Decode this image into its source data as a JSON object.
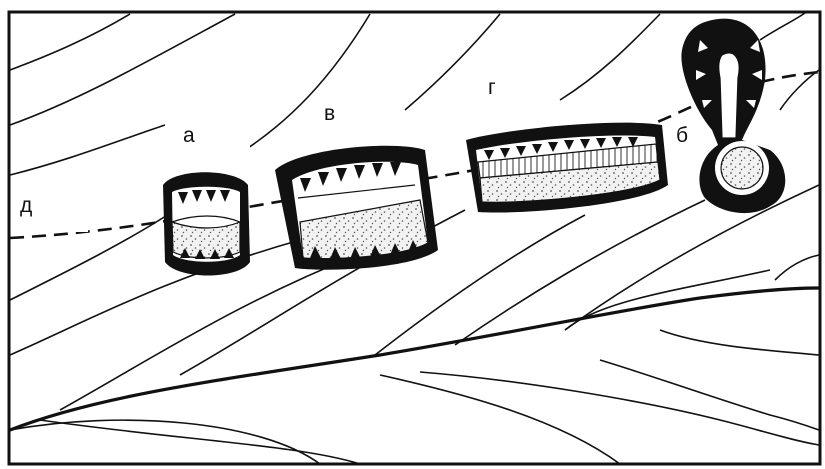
{
  "labels": {
    "a": "а",
    "b": "б",
    "v": "в",
    "g": "г",
    "d": "д"
  },
  "colors": {
    "ink": "#111111",
    "paper": "#ffffff",
    "fill": "#e8e8e8",
    "stipple": "#555555"
  }
}
